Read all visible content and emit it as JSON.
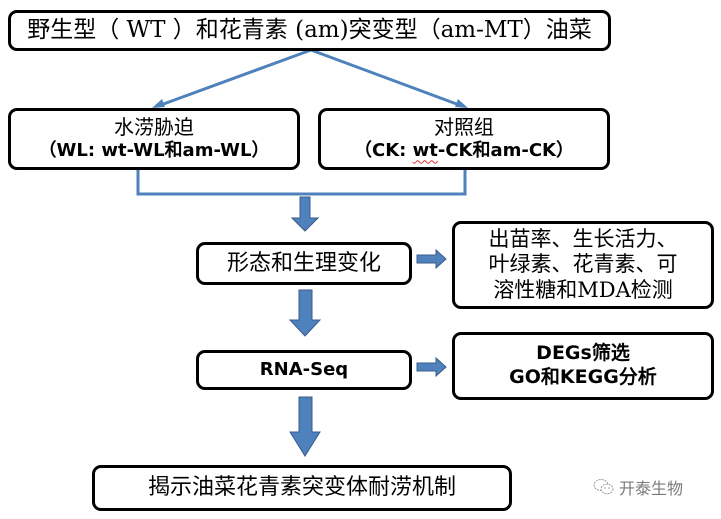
{
  "diagram": {
    "top_box": {
      "label": "野生型（ WT ）和花青素 (am)突变型（am-MT）油菜"
    },
    "waterlogging_box": {
      "title": "水涝胁迫",
      "subtitle": "（WL: wt-WL和am-WL）"
    },
    "control_box": {
      "title": "对照组",
      "subtitle_prefix": "（CK: ",
      "subtitle_wt": "wt",
      "subtitle_rest": "-CK和am-CK）"
    },
    "morphology_box": {
      "label": "形态和生理变化"
    },
    "measurements_box": {
      "lines": [
        "出苗率、生长活力、",
        "叶绿素、花青素、可",
        "溶性糖和MDA检测"
      ]
    },
    "rnaseq_box": {
      "label": "RNA-Seq"
    },
    "analysis_box": {
      "lines": [
        "DEGs筛选",
        "GO和KEGG分析"
      ]
    },
    "conclusion_box": {
      "label": "揭示油菜花青素突变体耐涝机制"
    },
    "colors": {
      "arrow": "#4f81bd",
      "arrow_stroke": "#385d8a",
      "border": "#000000"
    }
  },
  "watermark": {
    "icon": "wechat-icon",
    "text": "开泰生物"
  }
}
